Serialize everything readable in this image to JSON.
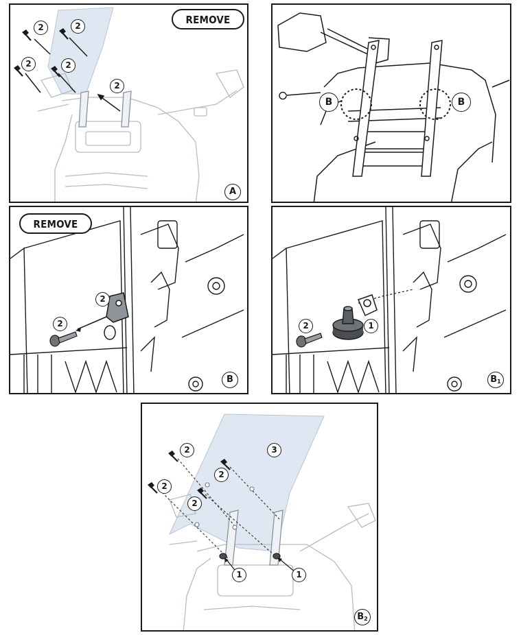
{
  "colors": {
    "line": "#1a1a1a",
    "glass": "#dfe8f2",
    "light": "#9aa0a6",
    "bg": "#ffffff"
  },
  "panels": {
    "A": {
      "badge": "REMOVE",
      "label": "A",
      "callouts": [
        "2",
        "2",
        "2",
        "2",
        "2"
      ]
    },
    "B_detail": {
      "callout_left": "B",
      "callout_right": "B"
    },
    "B": {
      "badge": "REMOVE",
      "label": "B",
      "callouts": [
        "2",
        "2"
      ]
    },
    "B1": {
      "label_main": "B",
      "label_sub": "1",
      "callouts": [
        "2",
        "1"
      ]
    },
    "B2": {
      "label_main": "B",
      "label_sub": "2",
      "callouts": [
        "2",
        "2",
        "2",
        "2",
        "1",
        "1",
        "3"
      ]
    }
  },
  "icons": {
    "screw": "screw-icon",
    "bracket": "bracket-icon",
    "rubber_mount": "rubber-mount-icon"
  }
}
